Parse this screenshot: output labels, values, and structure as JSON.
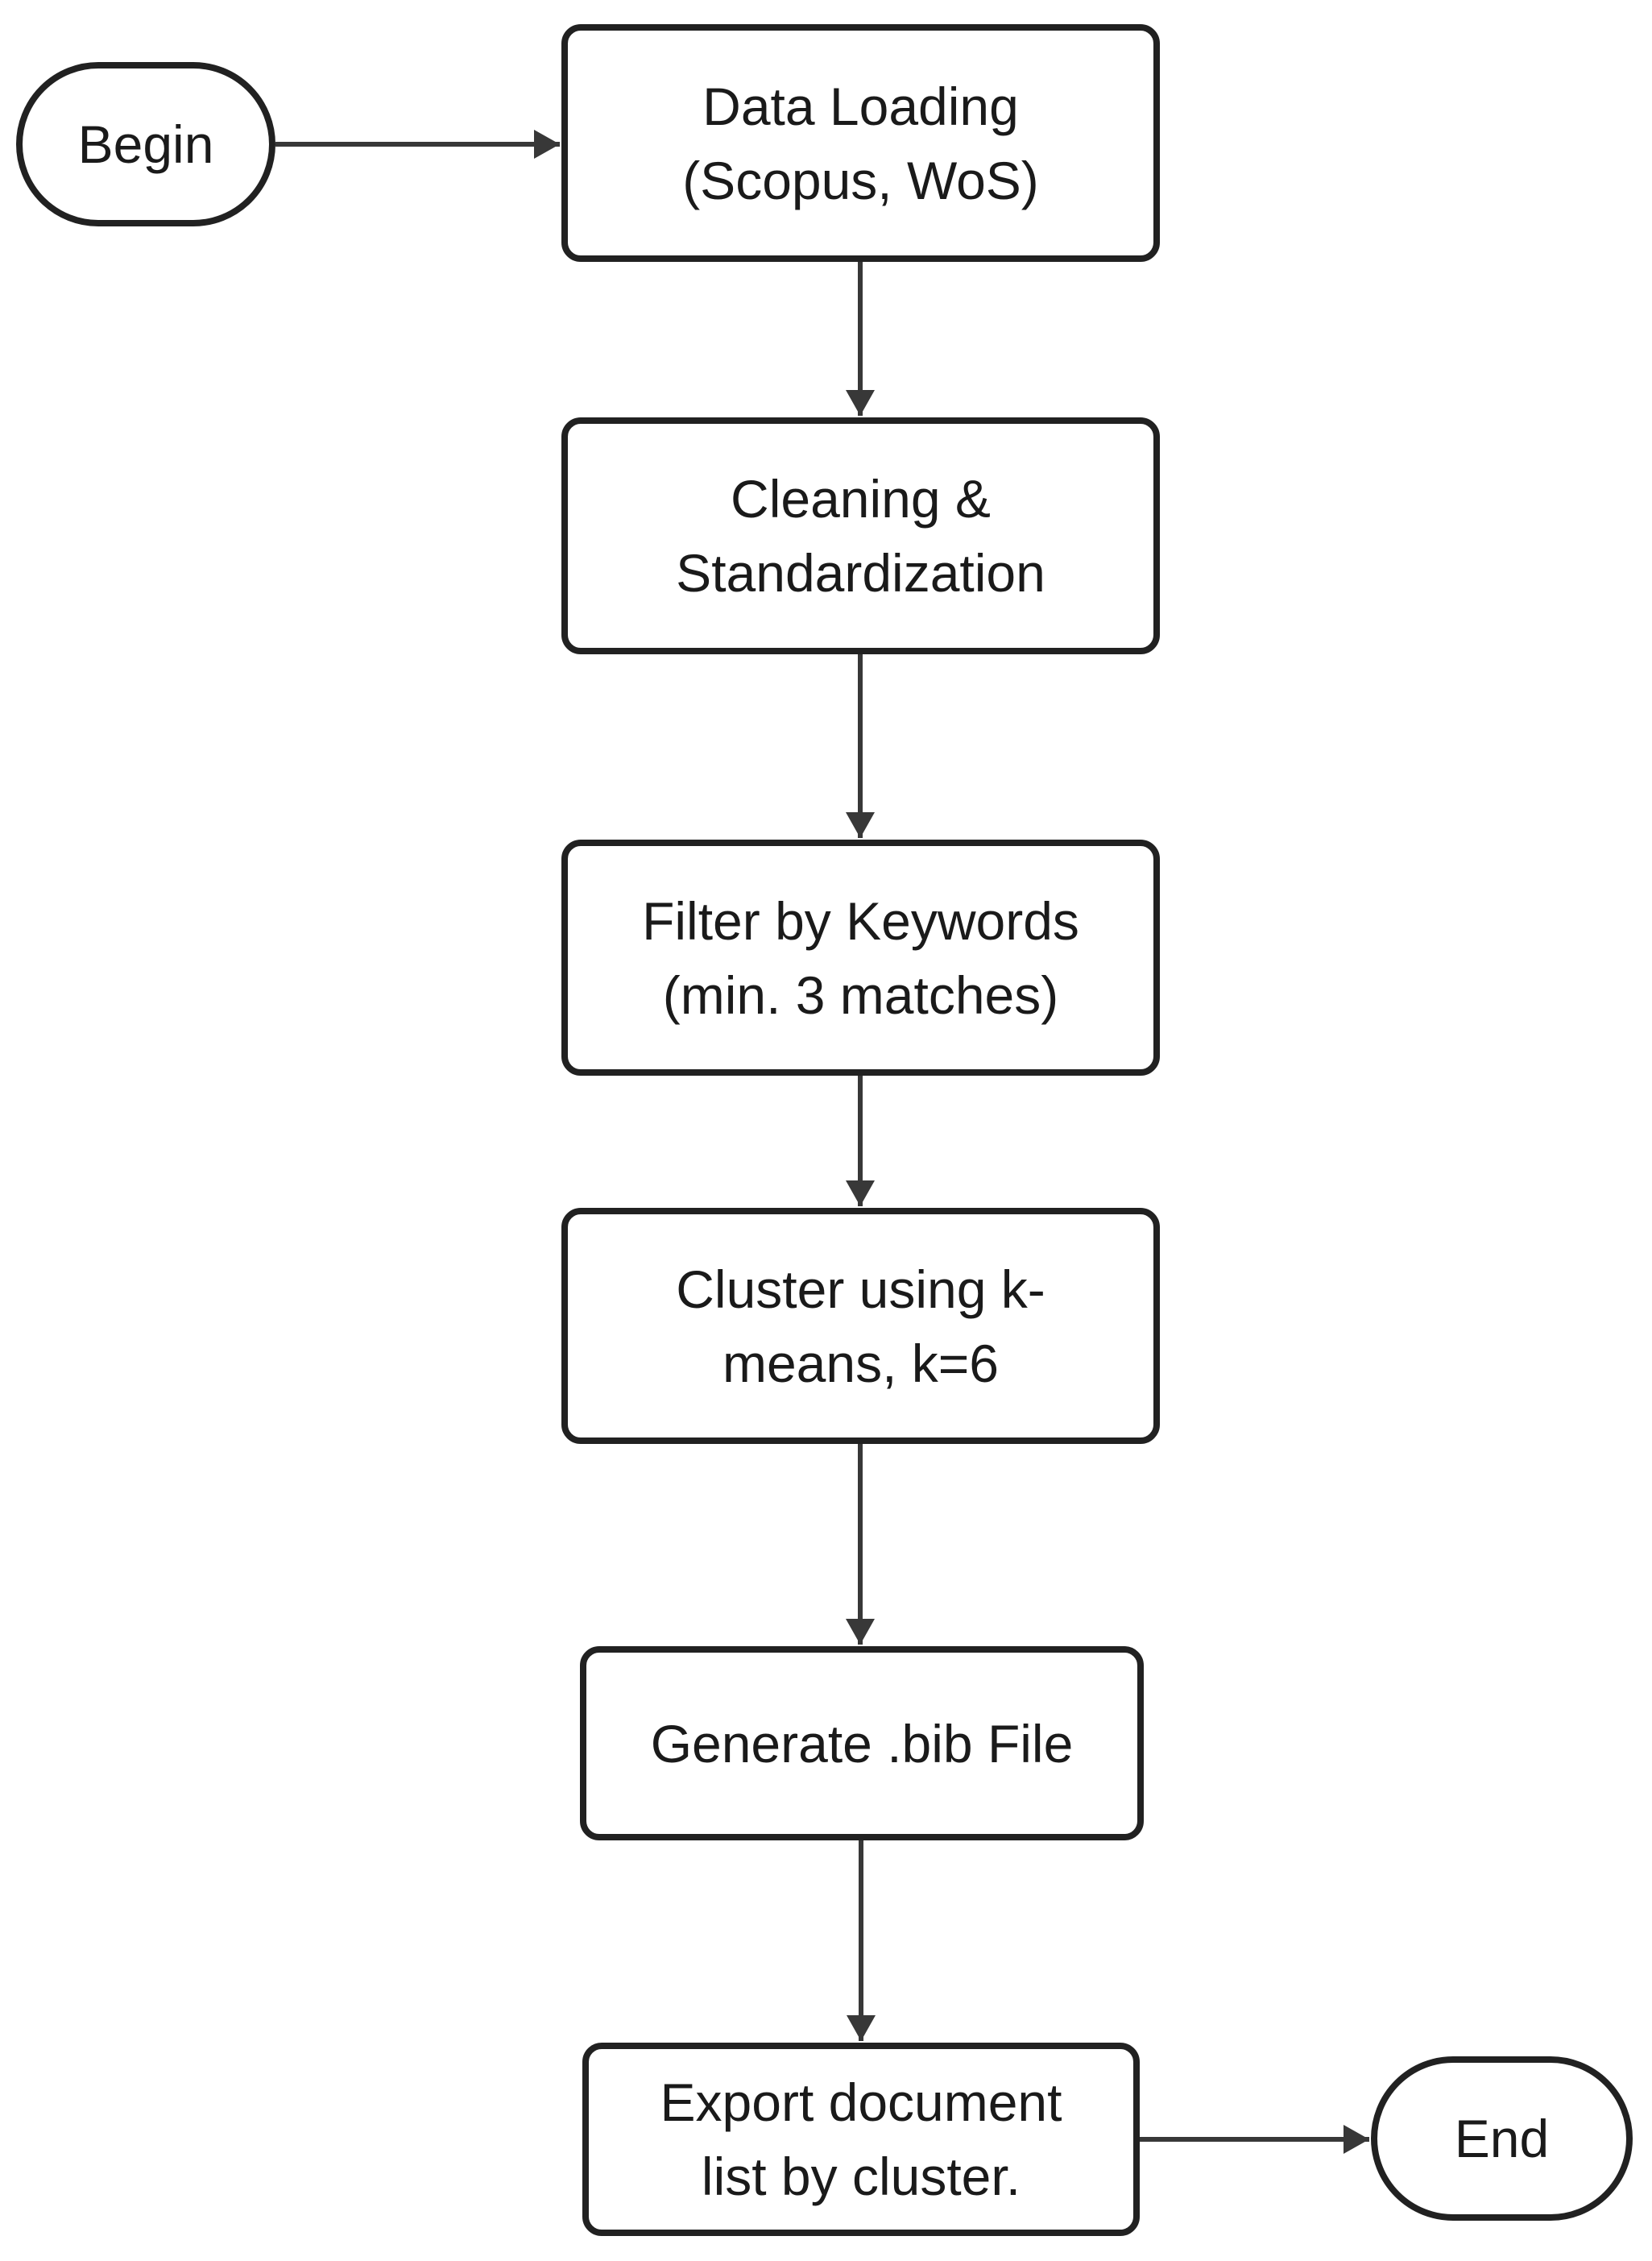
{
  "diagram": {
    "type": "flowchart",
    "direction": "top-to-bottom",
    "nodes": {
      "begin": {
        "label": "Begin",
        "shape": "stadium"
      },
      "data_loading": {
        "label": "Data Loading\n(Scopus, WoS)",
        "shape": "rect"
      },
      "cleaning": {
        "label": "Cleaning &\nStandardization",
        "shape": "rect"
      },
      "filter": {
        "label": "Filter by Keywords\n(min. 3 matches)",
        "shape": "rect"
      },
      "cluster": {
        "label": "Cluster using k-\nmeans, k=6",
        "shape": "rect"
      },
      "generate": {
        "label": "Generate .bib File",
        "shape": "rect"
      },
      "export": {
        "label": "Export document\nlist by cluster.",
        "shape": "rect"
      },
      "end": {
        "label": "End",
        "shape": "stadium"
      }
    },
    "edges": [
      {
        "from": "begin",
        "to": "data_loading"
      },
      {
        "from": "data_loading",
        "to": "cleaning"
      },
      {
        "from": "cleaning",
        "to": "filter"
      },
      {
        "from": "filter",
        "to": "cluster"
      },
      {
        "from": "cluster",
        "to": "generate"
      },
      {
        "from": "generate",
        "to": "export"
      },
      {
        "from": "export",
        "to": "end"
      }
    ]
  },
  "theme": {
    "background": "#ffffff",
    "node-fill": "#ffffff",
    "border-color": "#212121",
    "arrow-color": "#383838",
    "text-color": "#1a1a1a"
  }
}
